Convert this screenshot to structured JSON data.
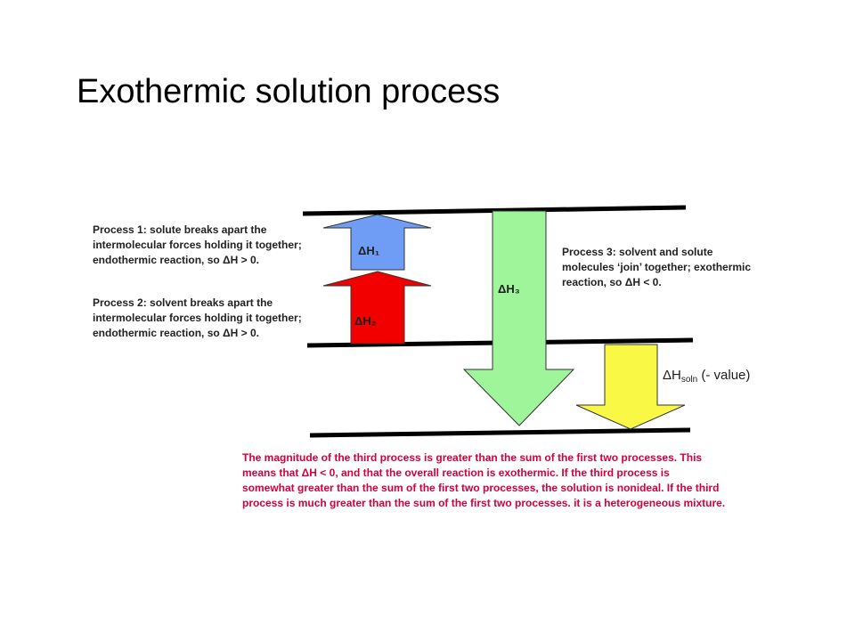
{
  "title": "Exothermic solution process",
  "colors": {
    "arrow_h1": "#6f9cf5",
    "arrow_h2": "#f20000",
    "arrow_h3": "#9ef59a",
    "arrow_soln": "#f9f945",
    "conclusion_text": "#d4003c"
  },
  "labels": {
    "h1": "ΔH₁",
    "h2": "ΔH₂",
    "h3": "ΔH₃",
    "soln_main": "ΔH",
    "soln_sub": "soln",
    "soln_suffix": " (- value)"
  },
  "process_notes": {
    "p1": "Process 1: solute breaks apart the\nintermolecular forces holding it together;\nendothermic reaction, so ΔH > 0.",
    "p2": "Process 2: solvent breaks apart the\nintermolecular forces holding it together;\nendothermic reaction, so ΔH > 0.",
    "p3": "Process 3: solvent and solute\nmolecules ‘join’ together; exothermic\nreaction, so ΔH < 0."
  },
  "conclusion": "The magnitude of the third process is greater than the sum of the first two processes. This\nmeans that ΔH < 0, and that the overall reaction is exothermic.  If the third process is\nsomewhat greater than the sum of the first two processes, the solution is nonideal.  If the third\nprocess is much greater than the sum of the first two processes. it is a heterogeneous mixture."
}
